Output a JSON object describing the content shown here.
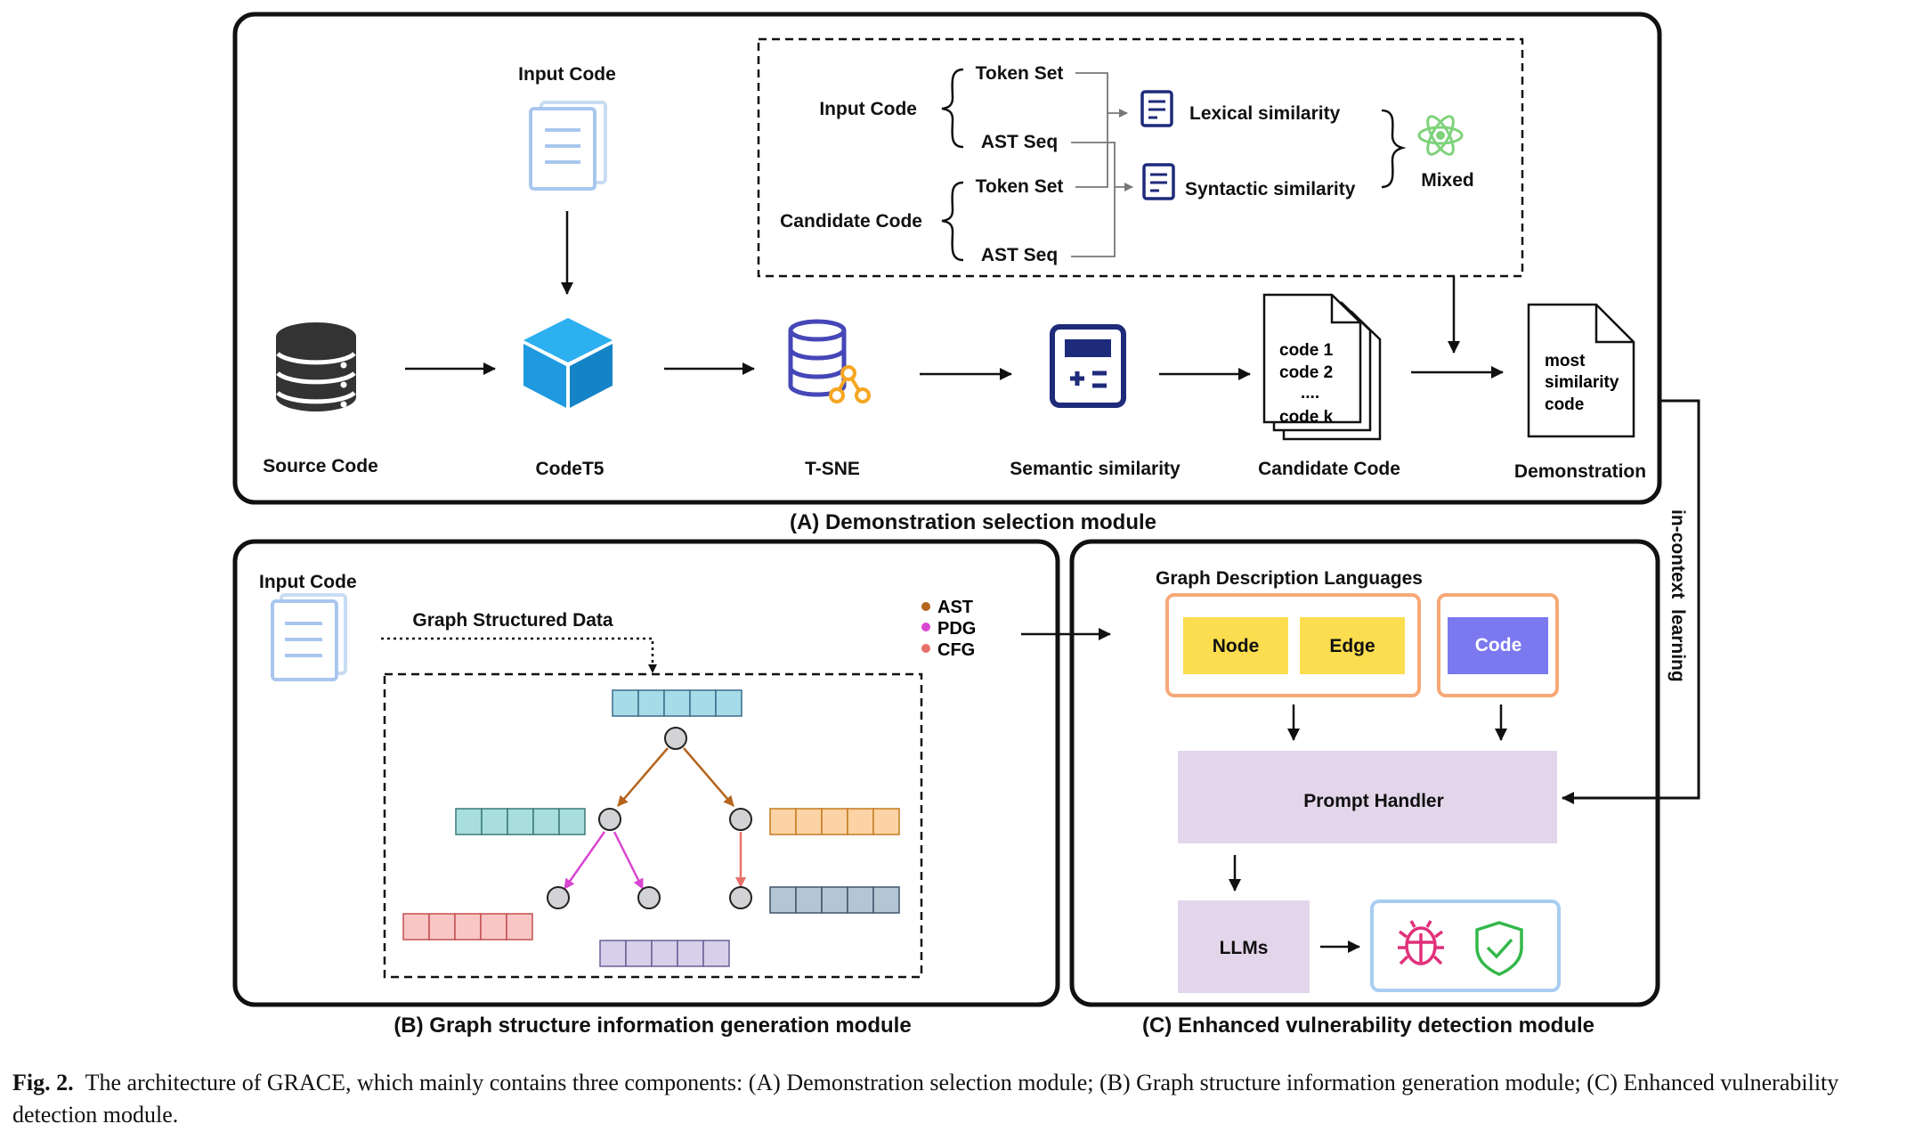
{
  "module_a": {
    "title": "(A) Demonstration selection module",
    "input_code": "Input Code",
    "source_code": "Source Code",
    "codet5": "CodeT5",
    "tsne": "T-SNE",
    "semantic_similarity": "Semantic similarity",
    "candidate_code": "Candidate Code",
    "demonstration": "Demonstration",
    "candidate_list": [
      "code 1",
      "code 2",
      "....",
      "code k"
    ],
    "demo_doc": [
      "most",
      "similarity",
      "code"
    ],
    "similarity_box": {
      "input_code": "Input Code",
      "candidate_code": "Candidate Code",
      "token_set": "Token Set",
      "ast_seq": "AST Seq",
      "lexical": "Lexical similarity",
      "syntactic": "Syntactic similarity",
      "mixed": "Mixed"
    }
  },
  "in_context": "in-context  learning",
  "module_b": {
    "title": "(B) Graph structure information generation module",
    "input_code": "Input Code",
    "graph_data": "Graph Structured Data",
    "legend": [
      {
        "label": "AST",
        "color": "#b5651d"
      },
      {
        "label": "PDG",
        "color": "#d946d1"
      },
      {
        "label": "CFG",
        "color": "#e8706a"
      }
    ]
  },
  "module_c": {
    "title": "(C) Enhanced vulnerability detection module",
    "gdl": "Graph Description Languages",
    "node": "Node",
    "edge": "Edge",
    "code": "Code",
    "prompt_handler": "Prompt Handler",
    "llms": "LLMs"
  },
  "caption": {
    "label": "Fig. 2.",
    "text": "The architecture of GRACE, which mainly contains three components: (A) Demonstration selection module; (B) Graph structure information generation module; (C) Enhanced vulnerability detection module."
  },
  "colors": {
    "node_fill": "#fbdd4f",
    "code_fill": "#7b78f0",
    "prompt_fill": "#e3d6eb",
    "orange_border": "#f6a877",
    "blue_border": "#a9cdf2",
    "cube": "#1f9ae0",
    "tsne_icon": "#4547b8",
    "node_icon": "#f5a623",
    "bug_icon": "#e0307a",
    "shield_icon": "#34b84a"
  }
}
